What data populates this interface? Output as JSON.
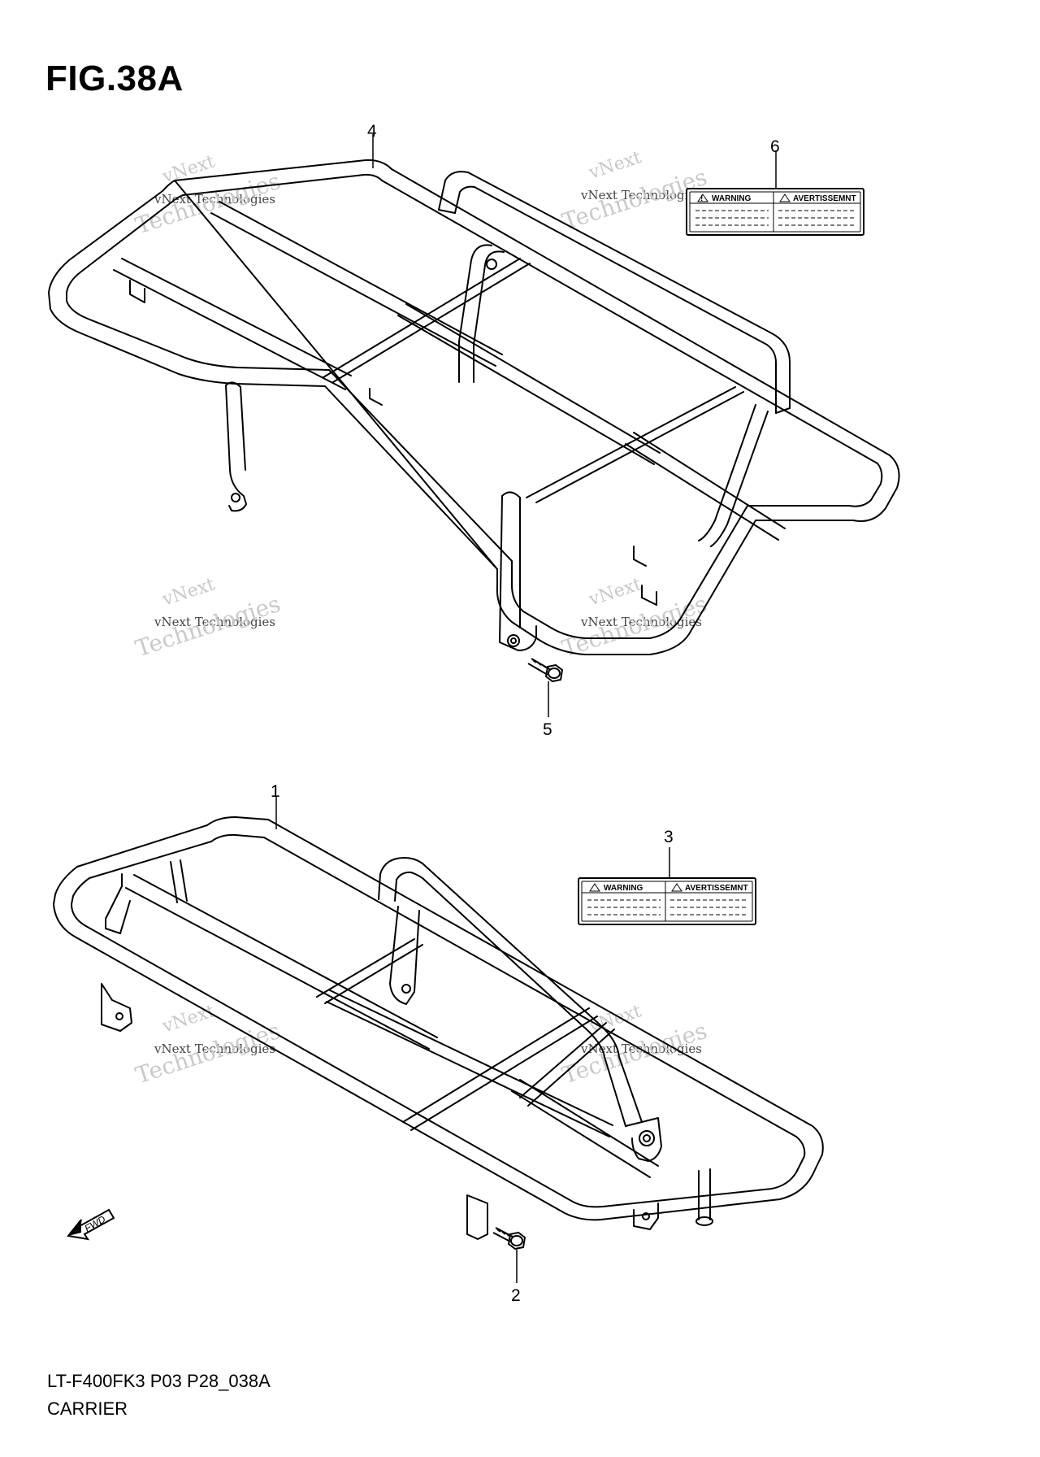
{
  "figure": {
    "title": "FIG.38A"
  },
  "footer": {
    "model_code": "LT-F400FK3 P03 P28_038A",
    "section_name": "CARRIER"
  },
  "callouts": {
    "c1": "1",
    "c2": "2",
    "c3": "3",
    "c4": "4",
    "c5": "5",
    "c6": "6"
  },
  "labels": {
    "warning": "WARNING",
    "avertissement": "AVERTISSEMNT"
  },
  "fwd_arrow": {
    "text": "FWD"
  },
  "watermark": {
    "line1": "vNext",
    "line2": "vNext Technologies",
    "line3": "Technologies"
  },
  "colors": {
    "line": "#000000",
    "watermark": "#c9c9c9",
    "background": "#ffffff"
  }
}
